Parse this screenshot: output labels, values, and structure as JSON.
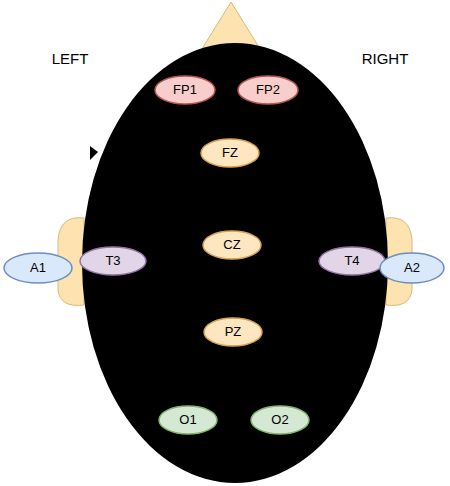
{
  "diagram": {
    "nodes": [
      {
        "text": [
          "FP1"
        ]
      },
      {
        "text": [
          "FP2"
        ]
      },
      {
        "text": [
          "FZ"
        ]
      },
      {
        "text": [
          "A1"
        ]
      },
      {
        "text": [
          "T3"
        ]
      },
      {
        "text": [
          "CZ"
        ]
      },
      {
        "text": [
          "T4"
        ]
      },
      {
        "text": [
          "A2"
        ]
      },
      {
        "text": [
          "PZ"
        ]
      },
      {
        "text": [
          "O1"
        ]
      },
      {
        "text": [
          "O2"
        ]
      }
    ],
    "labels": [
      "LEFT",
      "RIGHT"
    ]
  }
}
